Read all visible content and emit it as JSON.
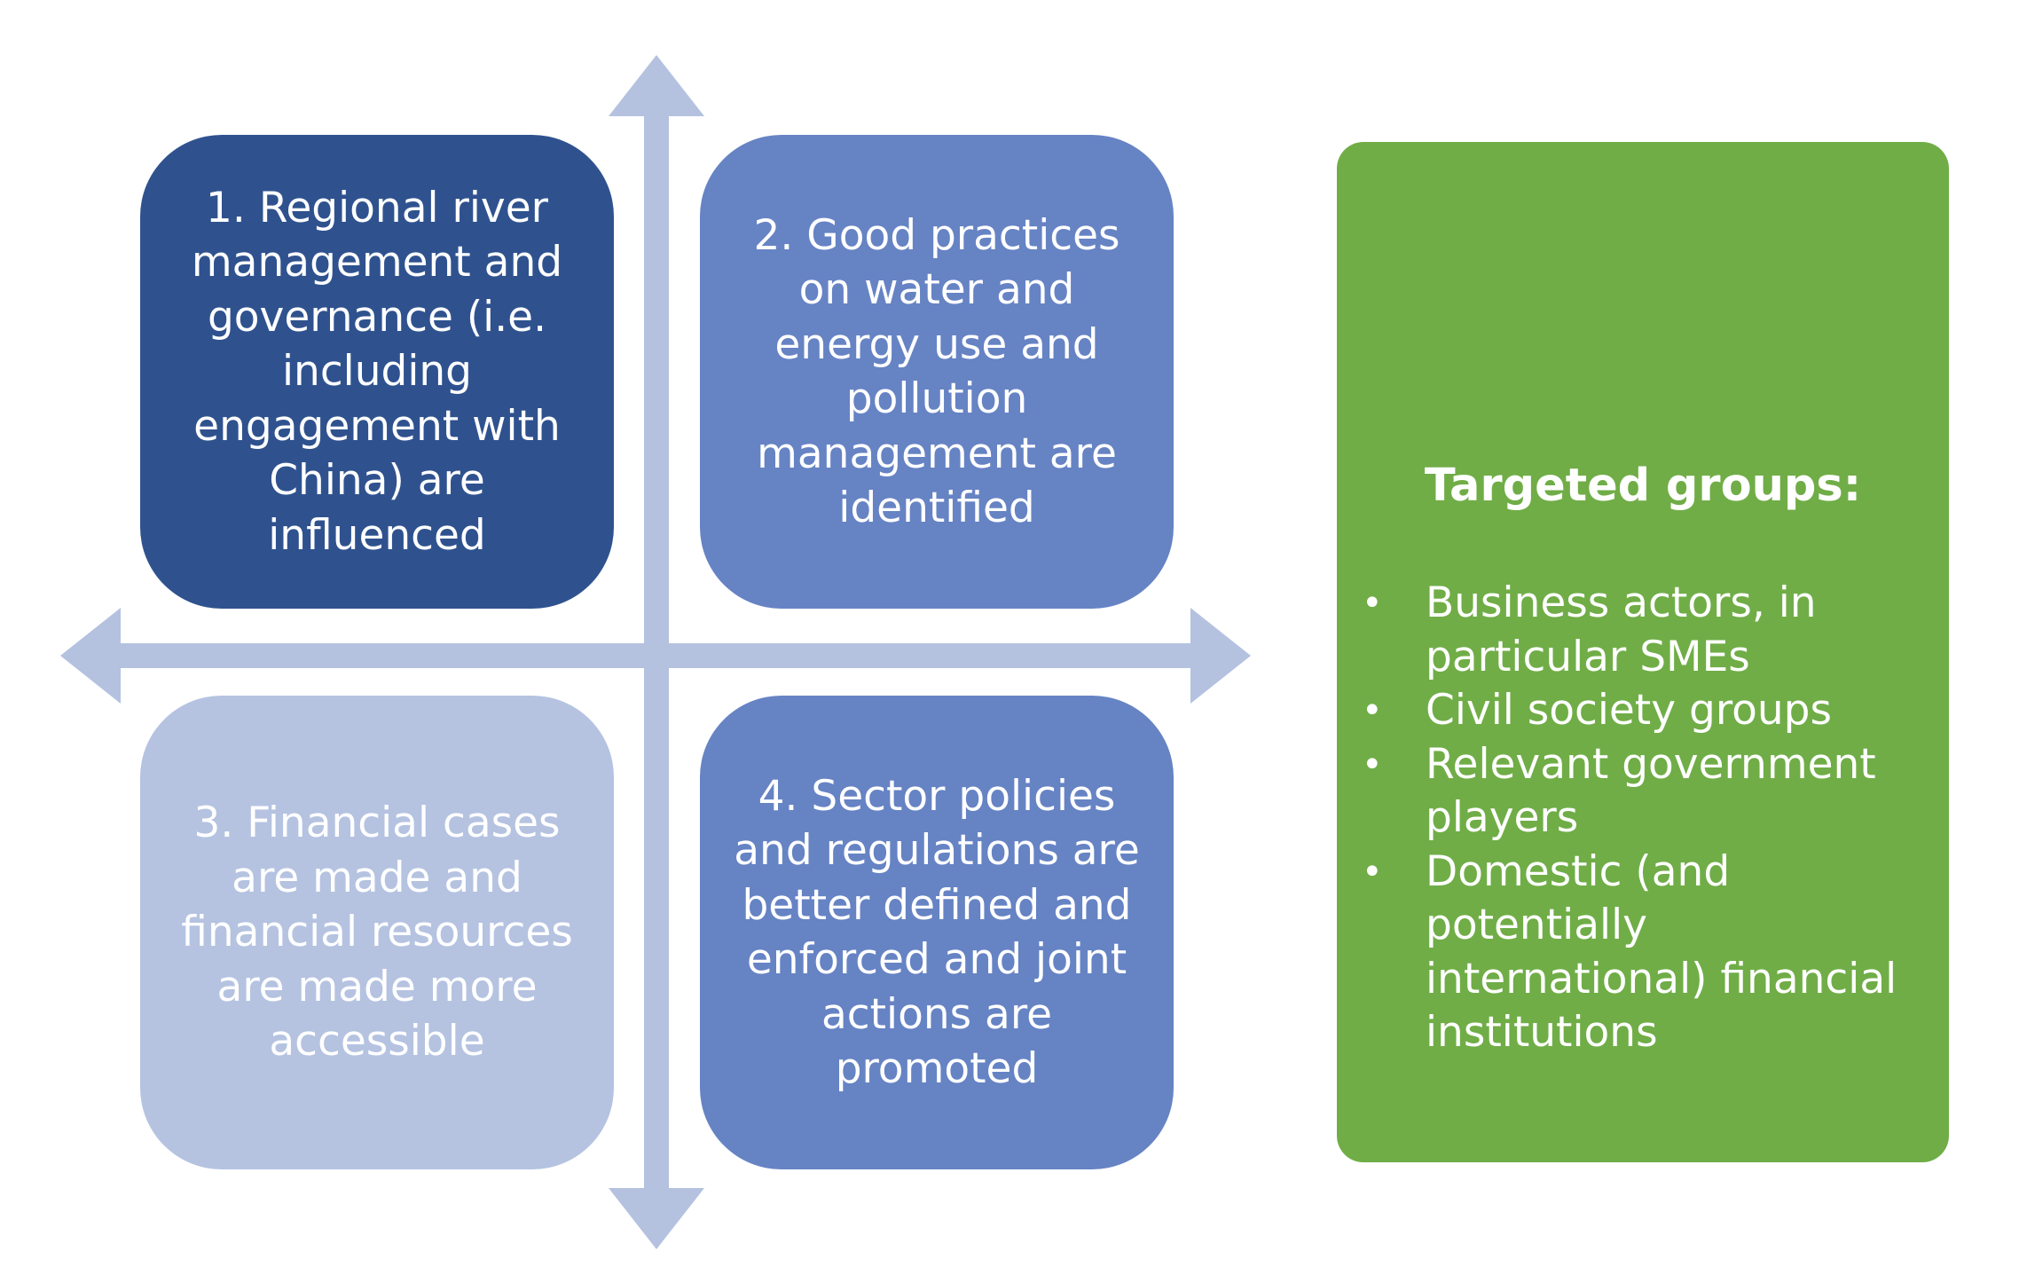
{
  "colors": {
    "arrow": "#b4c2e0",
    "quadrant_1": "#2f528f",
    "quadrant_2": "#6683c4",
    "quadrant_3": "#b5c3e1",
    "quadrant_4": "#6683c4",
    "panel": "#70ad47"
  },
  "quadrants": [
    {
      "text": "1. Regional river management and governance (i.e. including engagement with China) are influenced"
    },
    {
      "text": "2. Good practices on water and energy use and pollution management are identified"
    },
    {
      "text": "3. Financial cases are made and financial resources are made more accessible"
    },
    {
      "text": "4. Sector policies and regulations are better defined and enforced and joint actions are promoted"
    }
  ],
  "panel": {
    "title": "Targeted groups:",
    "items": [
      {
        "bullet": "•",
        "text": "Business actors, in particular SMEs"
      },
      {
        "bullet": "•",
        "text": "Civil society groups"
      },
      {
        "bullet": "•",
        "text": "Relevant government players"
      },
      {
        "bullet": "•",
        "text": "Domestic (and potentially international) financial institutions"
      }
    ]
  }
}
